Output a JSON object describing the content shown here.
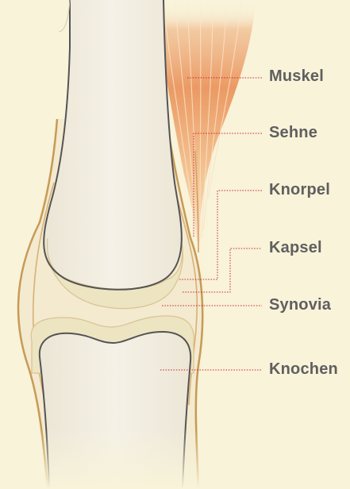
{
  "labels": {
    "muskel": "Muskel",
    "sehne": "Sehne",
    "knorpel": "Knorpel",
    "kapsel": "Kapsel",
    "synovia": "Synovia",
    "knochen": "Knochen"
  },
  "colors": {
    "background": "#f8f3d9",
    "bone_fill": "#f1ecdf",
    "bone_outline": "#545454",
    "cartilage": "#ece2bd",
    "capsule": "#c89a55",
    "muscle": "#e8915a",
    "leader_line": "#c8242a",
    "label_text": "#5f5f5f"
  }
}
